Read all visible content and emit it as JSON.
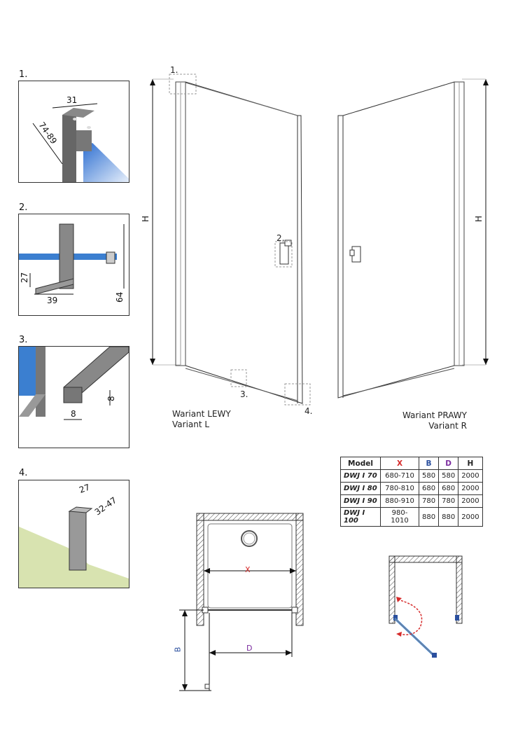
{
  "details": [
    {
      "num": "1.",
      "dims": [
        "31",
        "74-89"
      ]
    },
    {
      "num": "2.",
      "dims": [
        "27",
        "39",
        "64"
      ]
    },
    {
      "num": "3.",
      "dims": [
        "8",
        "8"
      ]
    },
    {
      "num": "4.",
      "dims": [
        "27",
        "32-47"
      ]
    }
  ],
  "door_callouts": [
    "1.",
    "2.",
    "3.",
    "4."
  ],
  "height_label": "H",
  "variant_left": {
    "line1": "Wariant LEWY",
    "line2": "Variant L"
  },
  "variant_right": {
    "line1": "Wariant PRAWY",
    "line2": "Variant R"
  },
  "table": {
    "headers": [
      "Model",
      "X",
      "B",
      "D",
      "H"
    ],
    "header_colors": {
      "X": "#d62a2a",
      "B": "#2a4f9e",
      "D": "#7a2a9e"
    },
    "rows": [
      [
        "DWJ I 70",
        "680-710",
        "580",
        "580",
        "2000"
      ],
      [
        "DWJ I 80",
        "780-810",
        "680",
        "680",
        "2000"
      ],
      [
        "DWJ I 90",
        "880-910",
        "780",
        "780",
        "2000"
      ],
      [
        "DWJ I 100",
        "980-1010",
        "880",
        "880",
        "2000"
      ]
    ]
  },
  "plan": {
    "x_label": "X",
    "b_label": "B",
    "d_label": "D"
  },
  "colors": {
    "glass": "#3b7fd0",
    "swing": "#d62a2a",
    "frame": "#555555"
  }
}
